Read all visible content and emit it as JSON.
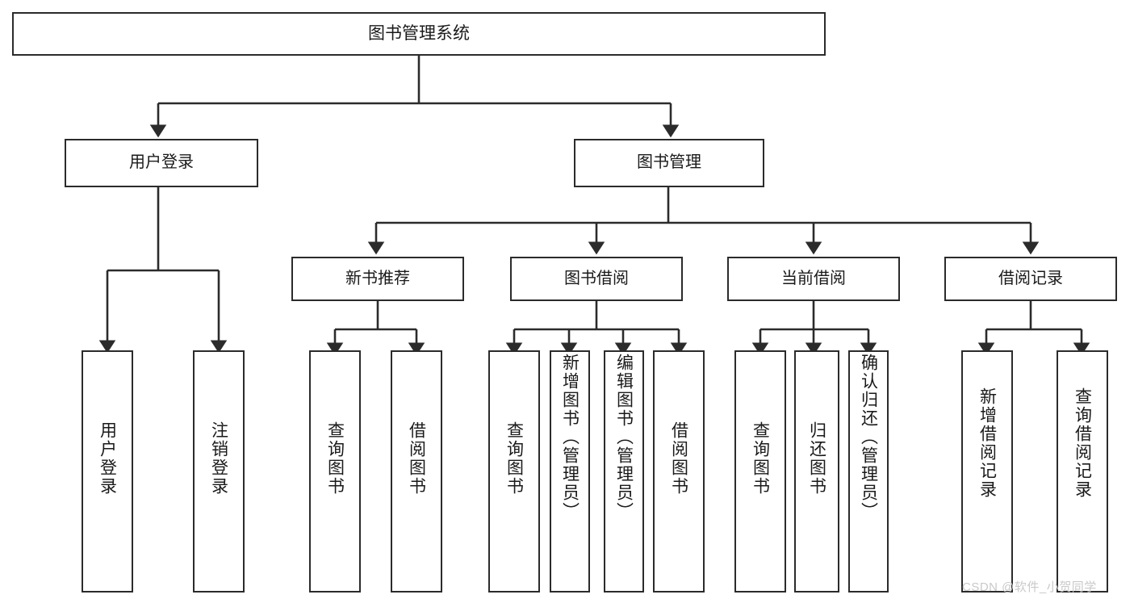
{
  "diagram": {
    "title": "图书管理系统",
    "type": "tree",
    "watermark": "CSDN @软件_小贺同学",
    "colors": {
      "stroke": "#2b2b2b",
      "fill": "#ffffff",
      "text": "#1a1a1a",
      "watermark": "#c9c9c9"
    },
    "nodes": {
      "root": {
        "label": "图书管理系统"
      },
      "level1": [
        {
          "id": "user-login",
          "label": "用户登录"
        },
        {
          "id": "book-manage",
          "label": "图书管理"
        }
      ],
      "level2": [
        {
          "id": "new-book-recommend",
          "label": "新书推荐"
        },
        {
          "id": "book-borrow",
          "label": "图书借阅"
        },
        {
          "id": "current-borrow",
          "label": "当前借阅"
        },
        {
          "id": "borrow-record",
          "label": "借阅记录"
        }
      ],
      "leaves": {
        "user_login": [
          {
            "id": "leaf-user-login",
            "label": "用户登录"
          },
          {
            "id": "leaf-logout-login",
            "label": "注销登录"
          }
        ],
        "new_book_recommend": [
          {
            "id": "leaf-query-book-1",
            "label": "查询图书"
          },
          {
            "id": "leaf-borrow-book-1",
            "label": "借阅图书"
          }
        ],
        "book_borrow": [
          {
            "id": "leaf-query-book-2",
            "label": "查询图书"
          },
          {
            "id": "leaf-add-book",
            "label": "新增图书（管理员）"
          },
          {
            "id": "leaf-edit-book",
            "label": "编辑图书（管理员）"
          },
          {
            "id": "leaf-borrow-book-2",
            "label": "借阅图书"
          }
        ],
        "current_borrow": [
          {
            "id": "leaf-query-book-3",
            "label": "查询图书"
          },
          {
            "id": "leaf-return-book",
            "label": "归还图书"
          },
          {
            "id": "leaf-confirm-return",
            "label": "确认归还（管理员）"
          }
        ],
        "borrow_record": [
          {
            "id": "leaf-add-borrow-record",
            "label": "新增借阅记录"
          },
          {
            "id": "leaf-query-borrow-record",
            "label": "查询借阅记录"
          }
        ]
      }
    }
  }
}
